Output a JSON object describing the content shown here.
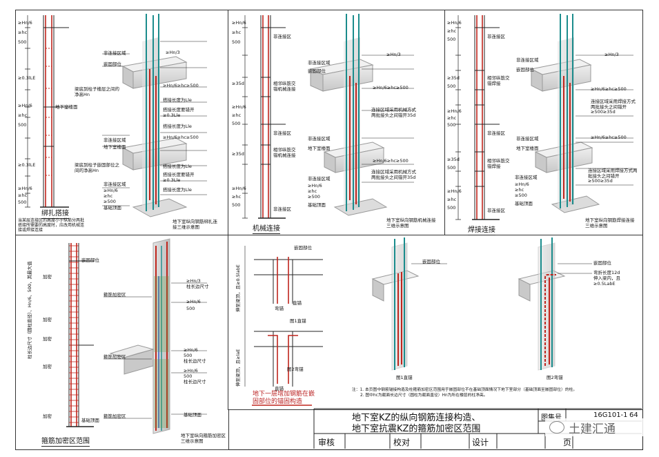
{
  "panel_captions": {
    "p1": "绑扎搭接",
    "p2": "机械连接",
    "p3": "焊接连接",
    "p4": "箍筋加密区范围",
    "p5_caption": "地下一层增加钢筋在嵌固部位的锚固构造"
  },
  "iso_captions": {
    "p1": "地下室纵向钢筋绑扎连接三维示意图",
    "p2": "地下室纵向钢筋机械连接三维示意图",
    "p3": "地下室纵向钢筋焊接连接三维示意图",
    "p4": "地下室纵向箍筋加密区三维示意图"
  },
  "p1_notes": {
    "note_bottom": "当某层连接区的高度小于纵筋分两批搭接所需要的高度时，应改用机械连接或焊接连接",
    "labels": [
      "非连接区域",
      "嵌固部位",
      "≥Hn/3",
      "≥Hn/6≥hc≥500",
      "梁底到柱子楼层之间的净高Hn",
      "搭接长度为Lle",
      "搭接长度要错开≥0.3Lle",
      "搭接长度为Lle",
      "≥Hn/6≥hc≥500",
      "梁底到柱子嵌固部位之间的净高Hn",
      "搭接长度为Lle",
      "搭接长度要错开≥0.3Lle",
      "搭接长度为Lle",
      "非连接区域",
      "≥Hn/6",
      "≥hc",
      "≥500",
      "基础顶面",
      "地下室楼面",
      "非连接区域",
      "地下室楼面"
    ],
    "dims": [
      "≥Hn/6",
      "≥hc",
      "500",
      "≥0.3lLE",
      "≥Hn/6",
      "≥hc",
      "500",
      "≥0.3lLE",
      "≥Hn/6",
      "≥hc",
      "500"
    ]
  },
  "p2_notes": {
    "labels": [
      "非连接区域",
      "嵌固部位",
      "≥Hn/3",
      "≥Hn/6≥hc≥500",
      "连接区域采用机械方式两批接头之间错开35d",
      "非连接区域",
      "地下室楼面",
      "≥Hn/6≥hc≥500",
      "连接区域采用机械方式两批接头之间错开35d",
      "非连接区域",
      "≥Hn/6",
      "≥hc",
      "≥500",
      "基础顶面"
    ],
    "dims": [
      "≥Hn/6",
      "≥hc",
      "500",
      "≥35d",
      "≥Hn/6",
      "≥hc",
      "500",
      "≥35d",
      "≥Hn/6",
      "≥hc",
      "500"
    ],
    "zones": [
      "非连接区",
      "相邻纵筋交错机械连接",
      "非连接区",
      "相邻纵筋交错机械连接",
      "非连接区"
    ]
  },
  "p3_notes": {
    "labels": [
      "非连接区域",
      "嵌固部位",
      "≥Hn/3",
      "≥Hn/6≥hc≥500",
      "连接区域采用焊接方式两批接头之间错开≥500≥35d",
      "非连接区域",
      "地下室楼面",
      "≥Hn/6≥hc≥500",
      "连接区域采用焊接方式两批接头之间错开≥500≥35d",
      "非连接区域",
      "≥Hn/6",
      "≥hc",
      "≥500",
      "基础顶面"
    ],
    "dims": [
      "≥Hn/6",
      "≥hc",
      "500",
      "≥35d",
      "500",
      "≥Hn/6",
      "≥hc",
      "500",
      "≥35d",
      "500",
      "≥Hn/6",
      "≥hc",
      "500"
    ],
    "zones": [
      "非连接区",
      "相邻纵筋交错焊接",
      "非连接区",
      "相邻纵筋交错焊接",
      "非连接区"
    ]
  },
  "p4_notes": {
    "labels": [
      "≥Hn/3",
      "柱长边尺寸",
      "≥Hn/6",
      "500",
      "箍筋加密区",
      "≥Hn/6",
      "500",
      "柱长边尺寸",
      "≥Hn/6",
      "500",
      "柱长边尺寸",
      "箍筋加密区",
      "箍筋加密区",
      "基础顶面"
    ],
    "left": [
      "柱长边尺寸（圆柱直径）、Hn/6、500，其最大值",
      "加密",
      "加密",
      "加密",
      "加密",
      "加密",
      "嵌固部位",
      "基础顶面"
    ]
  },
  "p5_notes": {
    "left1": "伸至梁顶，且≥0.5labE",
    "left2": "伸至梁顶，且≥laE",
    "labels": [
      "嵌固部位",
      "直锚",
      "弯锚",
      "图1直锚",
      "图2弯锚",
      "嵌固部位",
      "嵌固部位",
      "弯折长度12d",
      "伸入梁内，且",
      "≥0.5LabE",
      "直锚",
      "图1直锚",
      "图2弯锚"
    ],
    "notes": [
      "注：1. 本页图中钢筋锚接构造及柱箍筋加密区范围用于嵌固部位不在基础顶面情况下地下室部分（基础顶面至嵌固部位）的柱。",
      "2. 图中hc为截面长边尺寸（圆柱为截面直径）Hn为所在楼层的柱净高。"
    ]
  },
  "title_block": {
    "title_line1": "地下室KZ的纵向钢筋连接构造、",
    "title_line2": "地下室抗震KZ的箍筋加密区范围",
    "atlas_label": "图集号",
    "atlas_number": "16G101-1",
    "page_label": "页",
    "page_number": "64",
    "review_label": "审核",
    "check_label": "校对",
    "design_label": "设计"
  },
  "watermark": "土建汇通",
  "colors": {
    "rebar_red": "#c0241c",
    "rebar_teal": "#1a8c8c",
    "concrete": "#d4d4d4",
    "frame": "#333333",
    "stirrup_blue": "#2850c8",
    "stirrup_green": "#5c9a3c"
  }
}
